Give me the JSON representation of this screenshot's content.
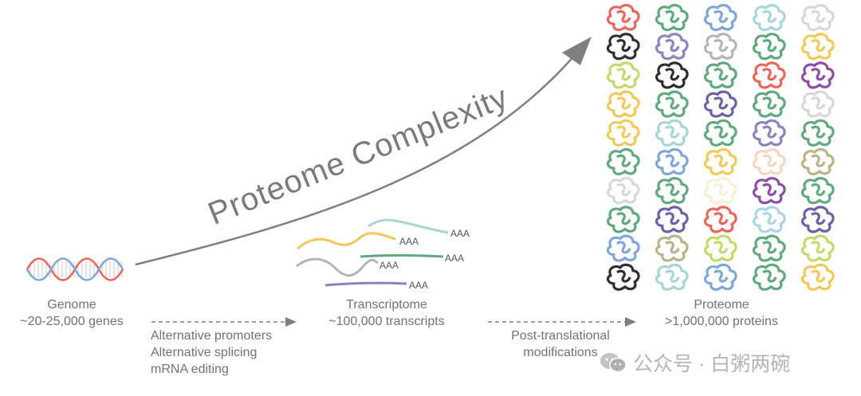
{
  "title": "Proteome Complexity",
  "genome": {
    "name": "Genome",
    "count": "~20-25,000 genes"
  },
  "mechanisms_transcription": [
    "Alternative promoters",
    "Alternative splicing",
    "mRNA editing"
  ],
  "transcriptome": {
    "name": "Transcriptome",
    "count": "~100,000 transcripts",
    "poly_a": "AAA"
  },
  "mechanisms_translation": [
    "Post-translational",
    "modifications"
  ],
  "proteome": {
    "name": "Proteome",
    "count": ">1,000,000 proteins"
  },
  "watermark": {
    "text": "公众号 · 白粥两碗"
  },
  "colors": {
    "dna_red": "#e8675a",
    "dna_blue": "#7fa6d8",
    "transcript_teal": "#a8d5d6",
    "transcript_yellow": "#f1c95a",
    "transcript_green": "#5fa97c",
    "transcript_gray": "#b5b5b5",
    "transcript_purple": "#8f82c0",
    "arrow": "#7f7f7f"
  },
  "protein_grid_colors": [
    [
      "#e8675a",
      "#5fa97c",
      "#7fa6d8",
      "#a8d5d6",
      "#d8d8d8"
    ],
    [
      "#2f2f2f",
      "#8f82c0",
      "#b5b5b5",
      "#5fa97c",
      "#f1c95a"
    ],
    [
      "#c7d86a",
      "#2f2f2f",
      "#5fa97c",
      "#e8675a",
      "#8a4fa0"
    ],
    [
      "#f1c95a",
      "#5fa97c",
      "#6d5fa8",
      "#5fa97c",
      "#d8d8d8"
    ],
    [
      "#f1c95a",
      "#a8d5d6",
      "#5fa97c",
      "#8f82c0",
      "#5fa97c"
    ],
    [
      "#5fa97c",
      "#7fa6d8",
      "#f1c95a",
      "#f7d6c0",
      "#b8b48a"
    ],
    [
      "#d8d8d8",
      "#5fa97c",
      "#f4f0d0",
      "#8a4fa0",
      "#5fa97c"
    ],
    [
      "#5fa97c",
      "#6d5fa8",
      "#e8675a",
      "#a8d5e8",
      "#6d5fa8"
    ],
    [
      "#7fa6d8",
      "#b8b48a",
      "#c7d86a",
      "#5fa97c",
      "#c7d86a"
    ],
    [
      "#2f2f2f",
      "#a8d5d6",
      "#7fa6d8",
      "#5fa97c",
      "#f1c95a"
    ]
  ]
}
